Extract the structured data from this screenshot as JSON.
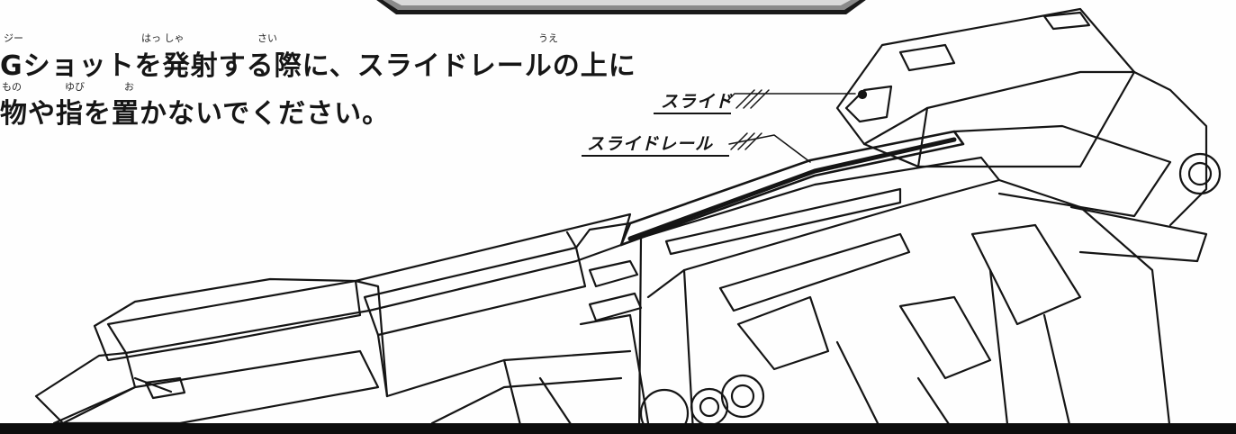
{
  "instructions": {
    "line1": "Gショットを発射する際に、スライドレールの上に",
    "line2": "物や指を置かないでください。",
    "ruby": {
      "g": "ジー",
      "hassha": "はっ しゃ",
      "sai": "さい",
      "ue": "うえ",
      "mono": "もの",
      "yubi": "ゆび",
      "o": "お"
    }
  },
  "callouts": {
    "slide": "スライド",
    "slide_rail": "スライドレール"
  },
  "colors": {
    "ink": "#141414",
    "paper": "#fefefe",
    "band": "#0d0d0d"
  }
}
